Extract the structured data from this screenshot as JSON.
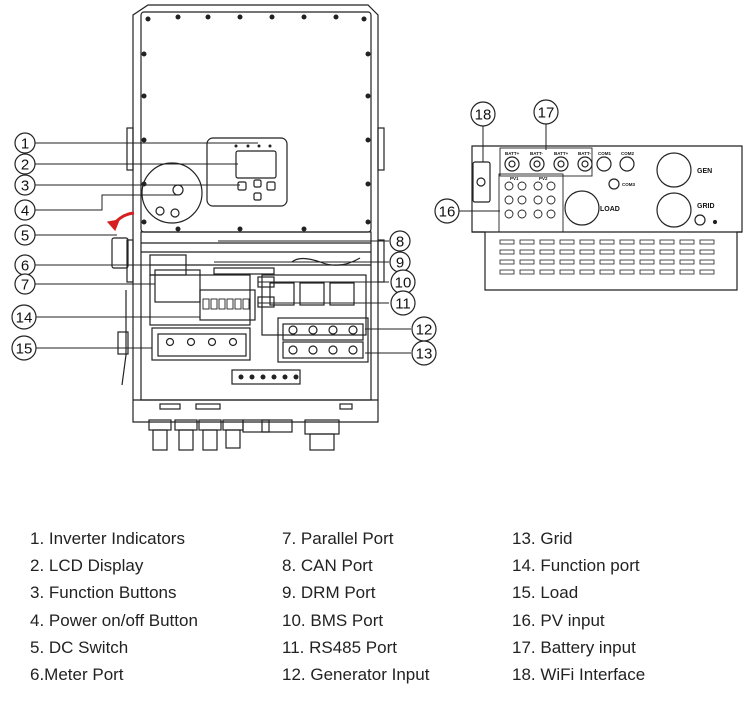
{
  "callouts": [
    "1",
    "2",
    "3",
    "4",
    "5",
    "6",
    "7",
    "8",
    "9",
    "10",
    "11",
    "12",
    "13",
    "14",
    "15",
    "16",
    "17",
    "18"
  ],
  "connector_labels": {
    "bat_pos_1": "BATT+",
    "bat_neg_1": "BATT-",
    "bat_pos_2": "BATT+",
    "bat_neg_2": "BATT-",
    "com1": "COM1",
    "com2": "COM2",
    "com3": "COM3",
    "gen": "GEN",
    "load": "LOAD",
    "grid": "GRID",
    "pv1": "PV1",
    "pv2": "PV2"
  },
  "legend": {
    "col1": [
      "1. Inverter Indicators",
      "2. LCD Display",
      "3. Function Buttons",
      "4. Power on/off Button",
      "5. DC Switch",
      "6.Meter Port"
    ],
    "col2": [
      "7. Parallel Port",
      "8. CAN Port",
      "9. DRM Port",
      "10. BMS Port",
      "11. RS485 Port",
      "12. Generator Input"
    ],
    "col3": [
      "13. Grid",
      "14. Function port",
      "15. Load",
      "16. PV input",
      "17. Battery input",
      "18. WiFi Interface"
    ]
  }
}
